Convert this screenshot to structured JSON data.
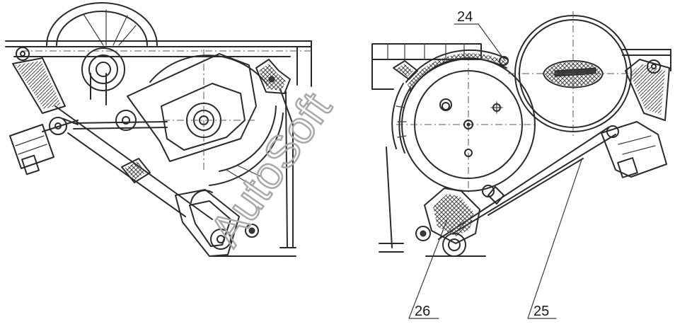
{
  "callouts": [
    {
      "id": "24",
      "label": "24"
    },
    {
      "id": "25",
      "label": "25"
    },
    {
      "id": "26",
      "label": "26"
    }
  ],
  "watermark": "AutoSoft",
  "colors": {
    "line": "#2a2a2a",
    "watermark": "#a8a8a8",
    "background": "#ffffff"
  }
}
